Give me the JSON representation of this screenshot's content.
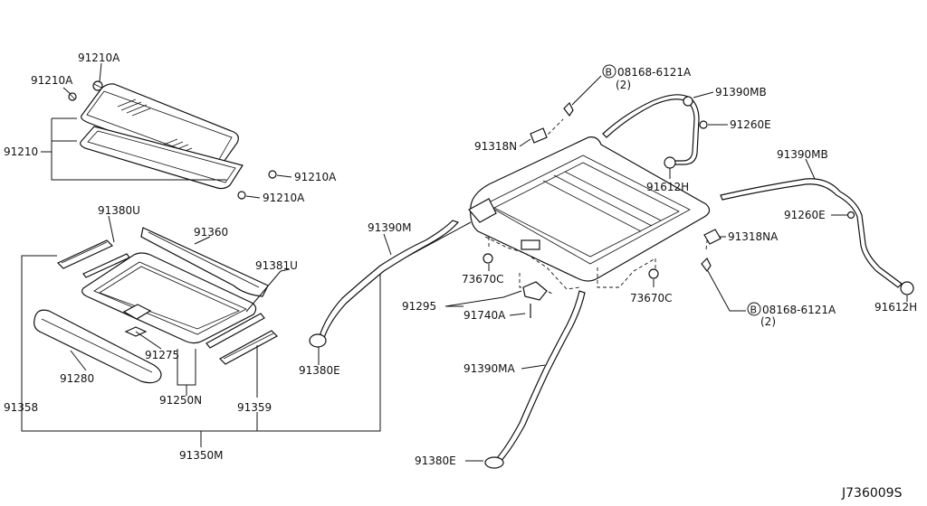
{
  "diagram_id": "J736009S",
  "labels": {
    "l91210A_top": "91210A",
    "l91210A_left": "91210A",
    "l91210": "91210",
    "l91210A_r1": "91210A",
    "l91210A_r2": "91210A",
    "l91380U": "91380U",
    "l91360": "91360",
    "l91381U": "91381U",
    "l91275": "91275",
    "l91280": "91280",
    "l91250N": "91250N",
    "l91358": "91358",
    "l91359": "91359",
    "l91350M": "91350M",
    "l91390M": "91390M",
    "l91380E_left": "91380E",
    "l08168_top": "08168-6121A",
    "l08168_top_qty": "(2)",
    "l91390MB_top": "91390MB",
    "l91260E_top": "91260E",
    "l91318N": "91318N",
    "l91612H_mid": "91612H",
    "l91390MB_right": "91390MB",
    "l91260E_right": "91260E",
    "l91318NA": "91318NA",
    "l91612H_right": "91612H",
    "l08168_bot": "08168-6121A",
    "l08168_bot_qty": "(2)",
    "l73670C_left": "73670C",
    "l73670C_right": "73670C",
    "l91295": "91295",
    "l91740A": "91740A",
    "l91390MA": "91390MA",
    "l91380E_bottom": "91380E"
  },
  "bolt_symbol": "B"
}
